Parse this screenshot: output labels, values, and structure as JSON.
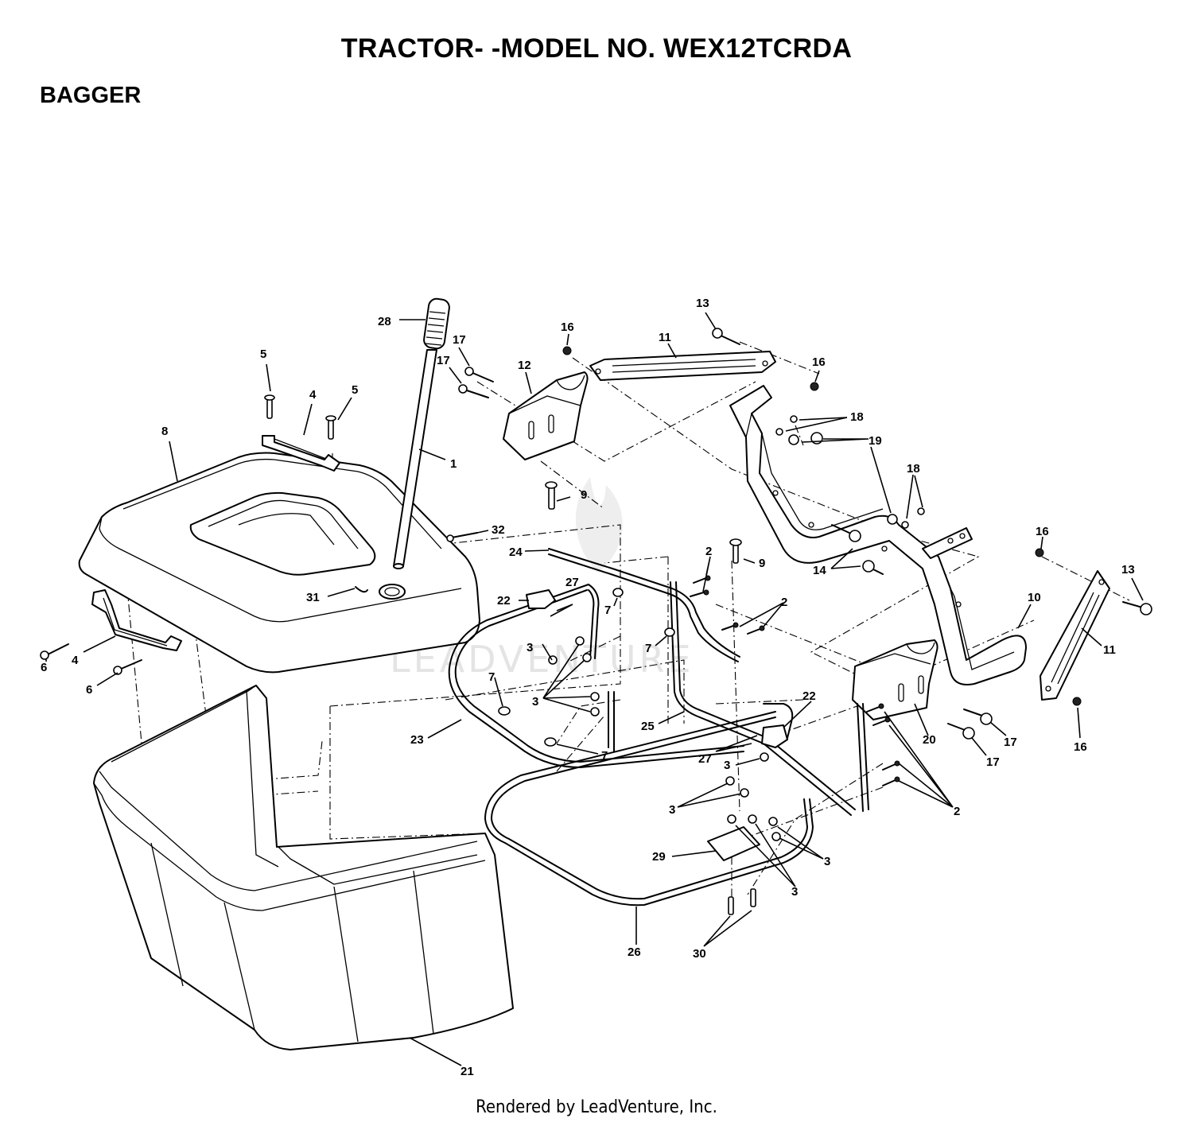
{
  "header": {
    "title": "TRACTOR- -MODEL NO. WEX12TCRDA",
    "section": "BAGGER"
  },
  "watermark": {
    "text": "LEADVENTURE"
  },
  "footer": {
    "text": "Rendered by LeadVenture, Inc."
  },
  "callouts": [
    {
      "id": "c28",
      "label": "28"
    },
    {
      "id": "c1",
      "label": "1"
    },
    {
      "id": "c5a",
      "label": "5"
    },
    {
      "id": "c5b",
      "label": "5"
    },
    {
      "id": "c4a",
      "label": "4"
    },
    {
      "id": "c8",
      "label": "8"
    },
    {
      "id": "c17a",
      "label": "17"
    },
    {
      "id": "c17b",
      "label": "17"
    },
    {
      "id": "c12",
      "label": "12"
    },
    {
      "id": "c16a",
      "label": "16"
    },
    {
      "id": "c11a",
      "label": "11"
    },
    {
      "id": "c13a",
      "label": "13"
    },
    {
      "id": "c16b",
      "label": "16"
    },
    {
      "id": "c18a",
      "label": "18"
    },
    {
      "id": "c19",
      "label": "19"
    },
    {
      "id": "c18b",
      "label": "18"
    },
    {
      "id": "c9a",
      "label": "9"
    },
    {
      "id": "c32",
      "label": "32"
    },
    {
      "id": "c24",
      "label": "24"
    },
    {
      "id": "c2a",
      "label": "2"
    },
    {
      "id": "c9b",
      "label": "9"
    },
    {
      "id": "c14",
      "label": "14"
    },
    {
      "id": "c16c",
      "label": "16"
    },
    {
      "id": "c13b",
      "label": "13"
    },
    {
      "id": "c10",
      "label": "10"
    },
    {
      "id": "c11b",
      "label": "11"
    },
    {
      "id": "c31",
      "label": "31"
    },
    {
      "id": "c22a",
      "label": "22"
    },
    {
      "id": "c27a",
      "label": "27"
    },
    {
      "id": "c7a",
      "label": "7"
    },
    {
      "id": "c2b",
      "label": "2"
    },
    {
      "id": "c7b",
      "label": "7"
    },
    {
      "id": "c6a",
      "label": "6"
    },
    {
      "id": "c4b",
      "label": "4"
    },
    {
      "id": "c6b",
      "label": "6"
    },
    {
      "id": "c3a",
      "label": "3"
    },
    {
      "id": "c7c",
      "label": "7"
    },
    {
      "id": "c3b",
      "label": "3"
    },
    {
      "id": "c22b",
      "label": "22"
    },
    {
      "id": "c23",
      "label": "23"
    },
    {
      "id": "c25",
      "label": "25"
    },
    {
      "id": "c20",
      "label": "20"
    },
    {
      "id": "c17c",
      "label": "17"
    },
    {
      "id": "c17d",
      "label": "17"
    },
    {
      "id": "c16d",
      "label": "16"
    },
    {
      "id": "c7d",
      "label": "7"
    },
    {
      "id": "c27b",
      "label": "27"
    },
    {
      "id": "c3c",
      "label": "3"
    },
    {
      "id": "c3d",
      "label": "3"
    },
    {
      "id": "c2c",
      "label": "2"
    },
    {
      "id": "c29",
      "label": "29"
    },
    {
      "id": "c3e",
      "label": "3"
    },
    {
      "id": "c3f",
      "label": "3"
    },
    {
      "id": "c26",
      "label": "26"
    },
    {
      "id": "c30",
      "label": "30"
    },
    {
      "id": "c21",
      "label": "21"
    }
  ]
}
